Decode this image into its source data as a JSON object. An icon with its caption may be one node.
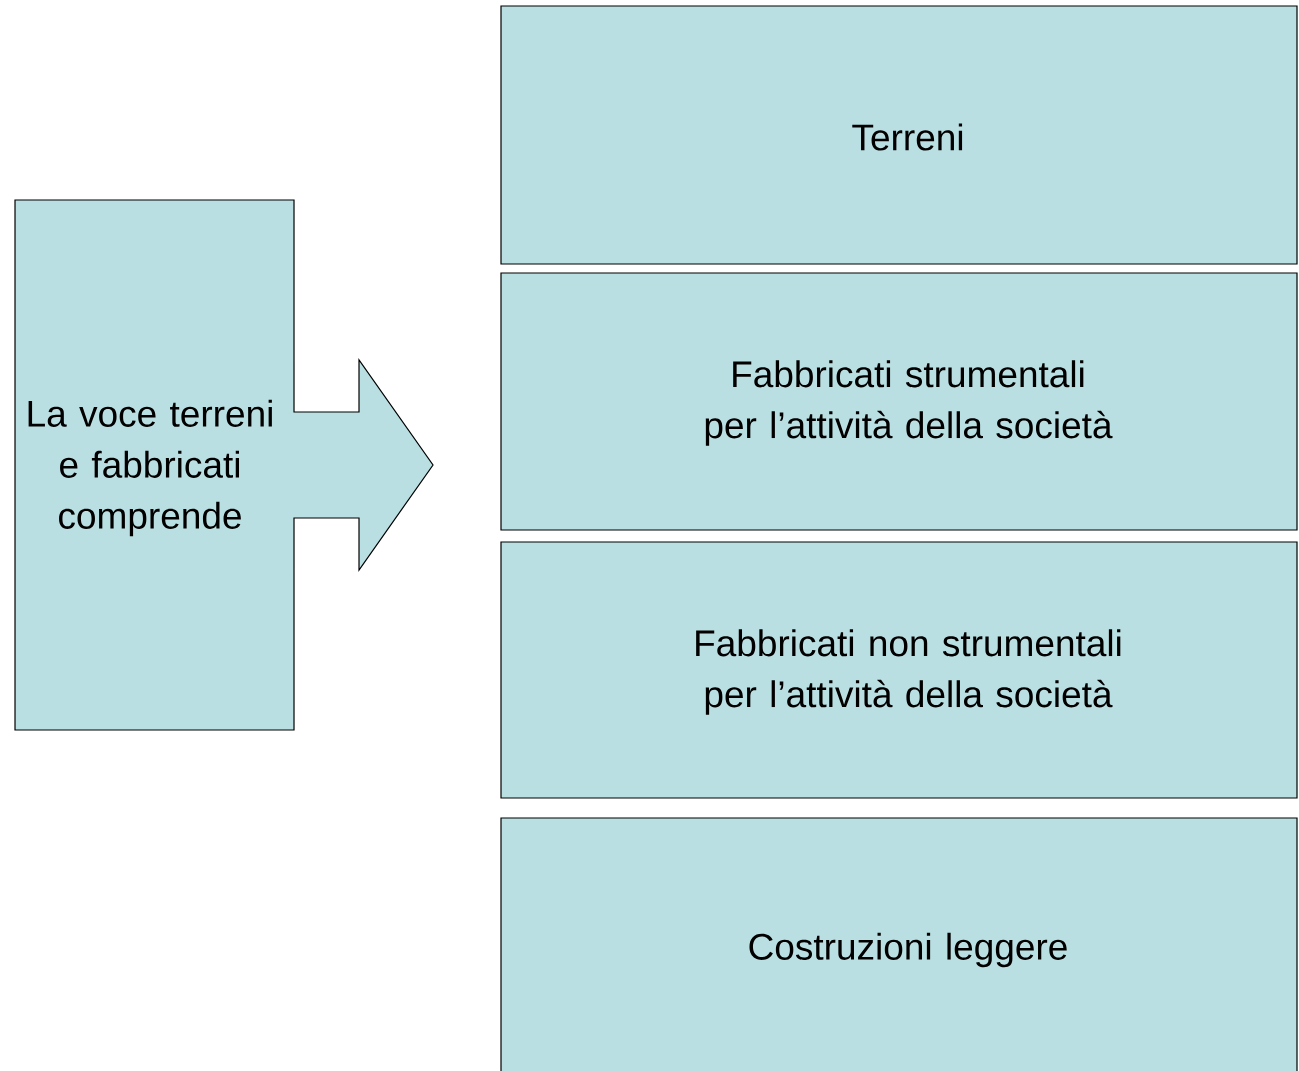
{
  "diagram": {
    "nodes": [
      {
        "text": [
          "La voce terreni e fabbricati comprende"
        ]
      },
      {
        "text": [
          "Terreni"
        ]
      },
      {
        "text": [
          "Fabbricati strumentali per l’attività della società"
        ]
      },
      {
        "text": [
          "Fabbricati non strumentali per l’attività della società"
        ]
      },
      {
        "text": [
          "Costruzioni leggere"
        ]
      }
    ]
  }
}
